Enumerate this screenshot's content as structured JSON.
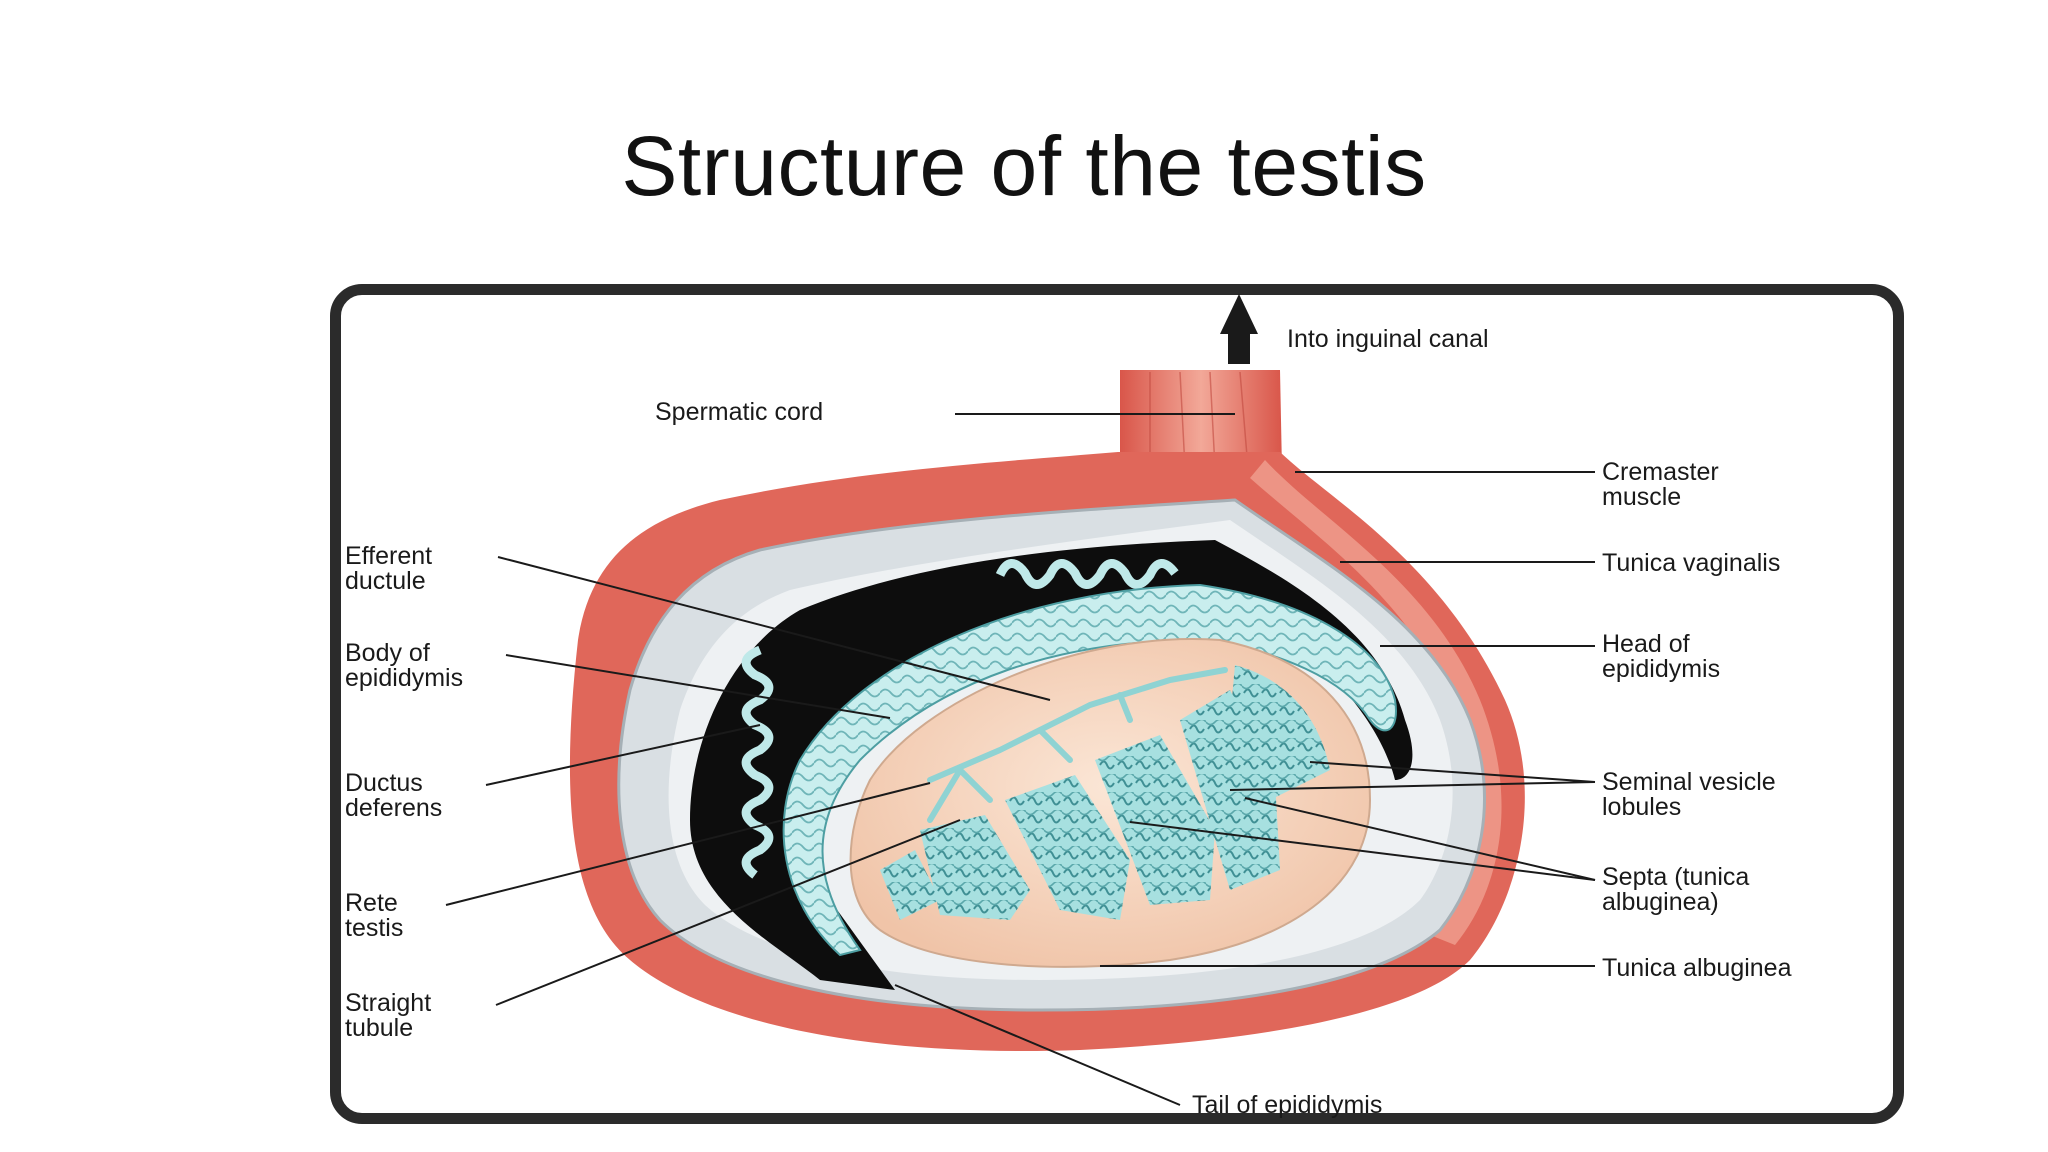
{
  "slide": {
    "title": "Structure of the testis"
  },
  "labels": {
    "into_inguinal_canal": "Into inguinal canal",
    "spermatic_cord": "Spermatic cord",
    "cremaster_muscle_1": "Cremaster",
    "cremaster_muscle_2": "muscle",
    "tunica_vaginalis": "Tunica vaginalis",
    "head_epididymis_1": "Head of",
    "head_epididymis_2": "epididymis",
    "seminal_vesicle_1": "Seminal vesicle",
    "seminal_vesicle_2": "lobules",
    "septa_1": "Septa (tunica",
    "septa_2": "albuginea)",
    "tunica_albuginea": "Tunica albuginea",
    "tail_epididymis": "Tail of epididymis",
    "efferent_ductule_1": "Efferent",
    "efferent_ductule_2": "ductule",
    "body_epididymis_1": "Body of",
    "body_epididymis_2": "epididymis",
    "ductus_deferens_1": "Ductus",
    "ductus_deferens_2": "deferens",
    "rete_testis_1": "Rete",
    "rete_testis_2": "testis",
    "straight_tubule_1": "Straight",
    "straight_tubule_2": "tubule"
  },
  "colors": {
    "muscle": "#e0675a",
    "muscle_light": "#f2a898",
    "tubule": "#9fdcdc",
    "testis_tissue": "#f6d8c4",
    "sac": "#d9dfe3"
  }
}
